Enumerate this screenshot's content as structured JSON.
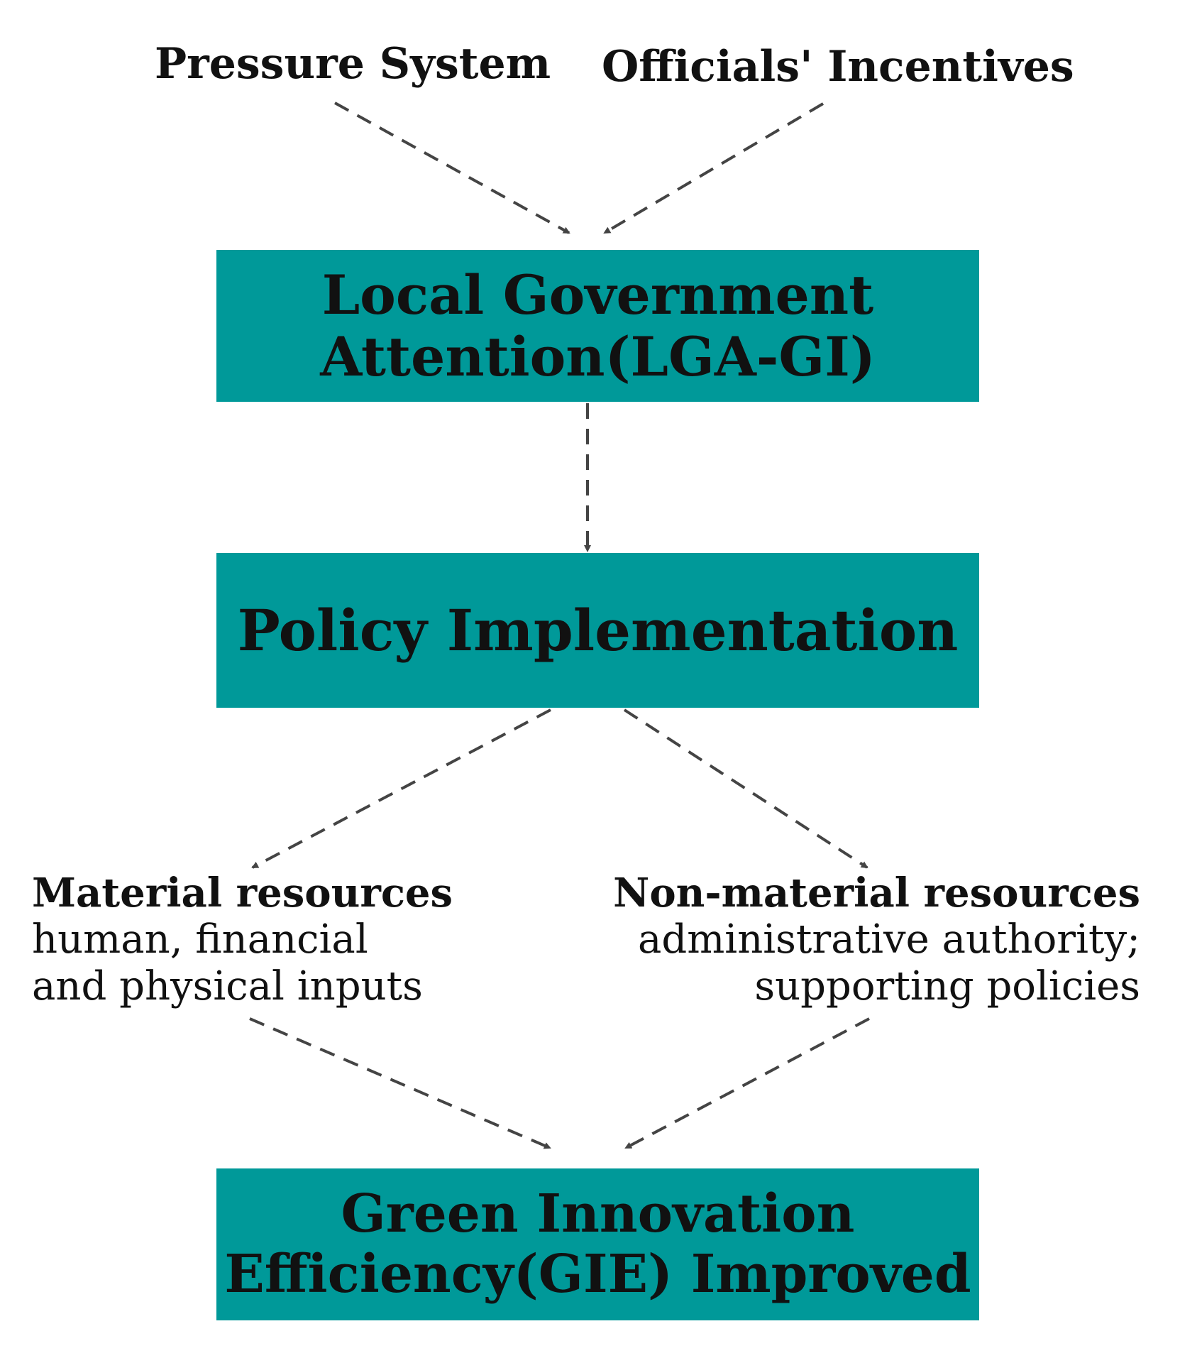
{
  "top_labels": {
    "pressure_system": "Pressure System",
    "officials_incentives": "Officials' Incentives"
  },
  "boxes": {
    "lga": {
      "line1": "Local Government",
      "line2": "Attention(LGA-GI)"
    },
    "policy": {
      "line1": "Policy Implementation"
    },
    "gie": {
      "line1": "Green Innovation",
      "line2": "Efficiency(GIE) Improved"
    }
  },
  "resources": {
    "material": {
      "title": "Material resources",
      "line1": "human, financial",
      "line2": "and physical inputs"
    },
    "non_material": {
      "title": "Non-material resources",
      "line1": "administrative authority;",
      "line2": "supporting policies"
    }
  },
  "colors": {
    "box_fill": "#009999",
    "arrow": "#444444",
    "text": "#111111"
  }
}
